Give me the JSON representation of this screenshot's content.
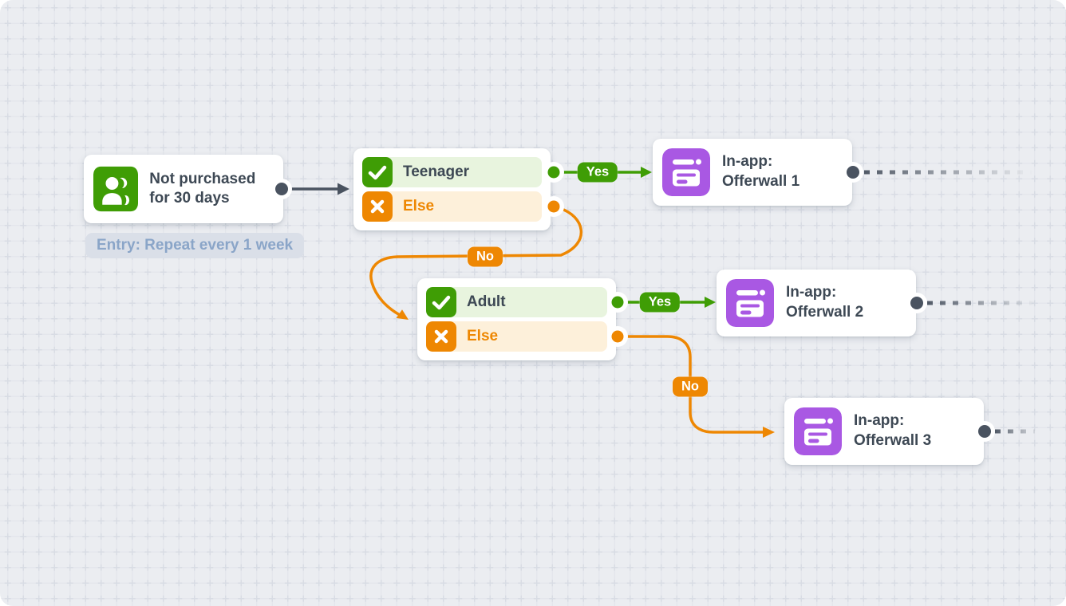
{
  "colors": {
    "canvas-bg": "#ebedf1",
    "grid-line": "#e1e4ea",
    "grid-cross": "#d8dce4",
    "card-bg": "#ffffff",
    "text-dark": "#3d4854",
    "green": "#3f9d05",
    "green-row-bg": "#e8f4de",
    "orange": "#ee8702",
    "orange-row-bg": "#fdf0da",
    "purple": "#a958e3",
    "slate": "#4a5360",
    "entry-label-text": "#8aa5c8",
    "entry-label-bg": "#dadfe8"
  },
  "nodes": {
    "entry": {
      "title": "Not purchased for 30 days",
      "icon": "audience-icon"
    },
    "entry_annotation": "Entry: Repeat every 1 week",
    "condition1": {
      "rows": [
        {
          "icon": "check-icon",
          "label": "Teenager"
        },
        {
          "icon": "x-icon",
          "label": "Else"
        }
      ]
    },
    "condition2": {
      "rows": [
        {
          "icon": "check-icon",
          "label": "Adult"
        },
        {
          "icon": "x-icon",
          "label": "Else"
        }
      ]
    },
    "offerwall1": {
      "prefix": "In-app:",
      "name": "Offerwall 1",
      "icon": "offerwall-icon"
    },
    "offerwall2": {
      "prefix": "In-app:",
      "name": "Offerwall 2",
      "icon": "offerwall-icon"
    },
    "offerwall3": {
      "prefix": "In-app:",
      "name": "Offerwall 3",
      "icon": "offerwall-icon"
    }
  },
  "edges": {
    "yes1": "Yes",
    "no1": "No",
    "yes2": "Yes",
    "no2": "No"
  }
}
